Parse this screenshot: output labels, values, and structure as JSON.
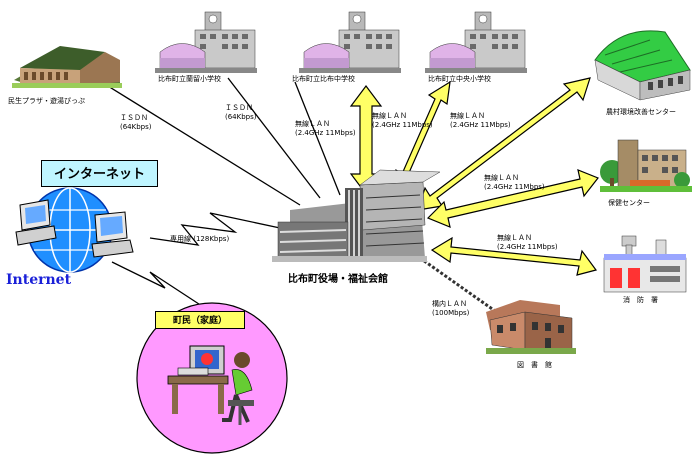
{
  "internet_box": "インターネット",
  "internet_label": "Internet",
  "citizen_box": "町民（家庭）",
  "town_hall": "比布町役場・福祉会館",
  "buildings": {
    "minsei_plaza": "民生プラザ・遊湯ぴっぷ",
    "higashi_school": "比布町立蘭留小学校",
    "junior_high": "比布町立比布中学校",
    "central_school": "比布町立中央小学校",
    "agri_center": "農村環境改善センター",
    "health_center": "保健センター",
    "fire_station": "消　防　署",
    "library": "図　書　館"
  },
  "links": {
    "isdn_a": [
      "ＩＳＤＮ",
      "(64Kbps)"
    ],
    "isdn_b": [
      "ＩＳＤＮ",
      "(64Kbps)"
    ],
    "lan_junior": [
      "無線ＬＡＮ",
      "(2.4GHz 11Mbps)"
    ],
    "lan_central": [
      "無線ＬＡＮ",
      "(2.4GHz 11Mbps)"
    ],
    "lan_agri": [
      "無線ＬＡＮ",
      "(2.4GHz 11Mbps)"
    ],
    "lan_health": [
      "無線ＬＡＮ",
      "(2.4GHz 11Mbps)"
    ],
    "lan_fire": [
      "無線ＬＡＮ",
      "(2.4GHz 11Mbps)"
    ],
    "leased": "専用線 (128Kbps)",
    "intra_lan": [
      "構内ＬＡＮ",
      "(100Mbps)"
    ]
  },
  "colors": {
    "arrow_fill": "#ffff66",
    "internet_box": "#bff5ff",
    "citizen_box": "#ffff66",
    "citizen_circle": "#ff99ff",
    "internet_text": "#1a20d8"
  }
}
